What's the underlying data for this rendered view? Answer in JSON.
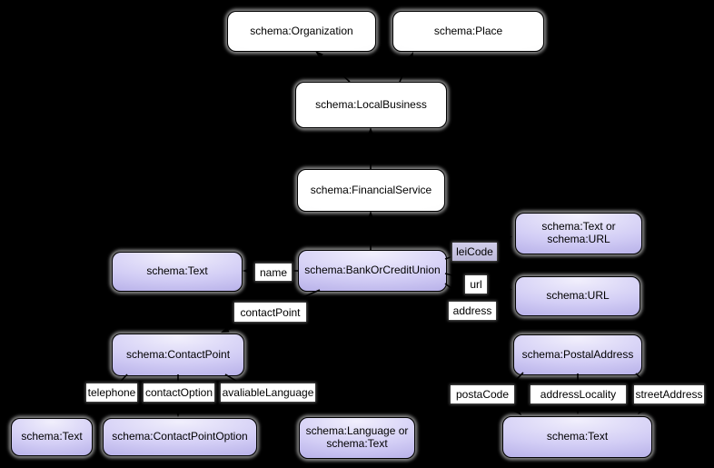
{
  "colors": {
    "background": "#000000",
    "node_border": "#000000",
    "white_node_fill": "#ffffff",
    "purple_node_fill": "#c7c1f0",
    "edge": "#000000",
    "edge_label_bg": "#ffffff",
    "leicode_label_bg": "#c9c5e4",
    "node_halo": "#969696"
  },
  "nodes": {
    "organization": {
      "label": "schema:Organization",
      "style": "white"
    },
    "place": {
      "label": "schema:Place",
      "style": "white"
    },
    "local_business": {
      "label": "schema:LocalBusiness",
      "style": "white"
    },
    "financial_service": {
      "label": "schema:FinancialService",
      "style": "white"
    },
    "bank_or_credit_union": {
      "label": "schema:BankOrCreditUnion",
      "style": "purple"
    },
    "text_name": {
      "label": "schema:Text",
      "style": "purple"
    },
    "text_or_url": {
      "label": "schema:Text or\nschema:URL",
      "style": "purple"
    },
    "url": {
      "label": "schema:URL",
      "style": "purple"
    },
    "postal_address": {
      "label": "schema:PostalAddress",
      "style": "purple"
    },
    "contact_point": {
      "label": "schema:ContactPoint",
      "style": "purple"
    },
    "text_telephone": {
      "label": "schema:Text",
      "style": "purple"
    },
    "contact_point_option": {
      "label": "schema:ContactPointOption",
      "style": "purple"
    },
    "language_or_text": {
      "label": "schema:Language or\nschema:Text",
      "style": "purple"
    },
    "text_postal": {
      "label": "schema:Text",
      "style": "purple"
    }
  },
  "edge_labels": {
    "name": "name",
    "lei_code": "leiCode",
    "url": "url",
    "address": "address",
    "contact_point": "contactPoint",
    "telephone": "telephone",
    "contact_option": "contactOption",
    "avaliable_language": "avaliableLanguage",
    "posta_code": "postaCode",
    "address_locality": "addressLocality",
    "street_address": "streetAddress"
  },
  "edges": [
    {
      "from": "local_business",
      "to": "organization",
      "relation": "subClassOf"
    },
    {
      "from": "local_business",
      "to": "place",
      "relation": "subClassOf"
    },
    {
      "from": "financial_service",
      "to": "local_business",
      "relation": "subClassOf"
    },
    {
      "from": "bank_or_credit_union",
      "to": "financial_service",
      "relation": "subClassOf"
    },
    {
      "from": "bank_or_credit_union",
      "to": "text_name",
      "label": "name"
    },
    {
      "from": "bank_or_credit_union",
      "to": "text_or_url",
      "label": "leiCode"
    },
    {
      "from": "bank_or_credit_union",
      "to": "url",
      "label": "url"
    },
    {
      "from": "bank_or_credit_union",
      "to": "postal_address",
      "label": "address"
    },
    {
      "from": "bank_or_credit_union",
      "to": "contact_point",
      "label": "contactPoint"
    },
    {
      "from": "contact_point",
      "to": "text_telephone",
      "label": "telephone"
    },
    {
      "from": "contact_point",
      "to": "contact_point_option",
      "label": "contactOption"
    },
    {
      "from": "contact_point",
      "to": "language_or_text",
      "label": "avaliableLanguage"
    },
    {
      "from": "postal_address",
      "to": "text_postal",
      "label": "postaCode"
    },
    {
      "from": "postal_address",
      "to": "text_postal",
      "label": "addressLocality"
    },
    {
      "from": "postal_address",
      "to": "text_postal",
      "label": "streetAddress"
    }
  ]
}
